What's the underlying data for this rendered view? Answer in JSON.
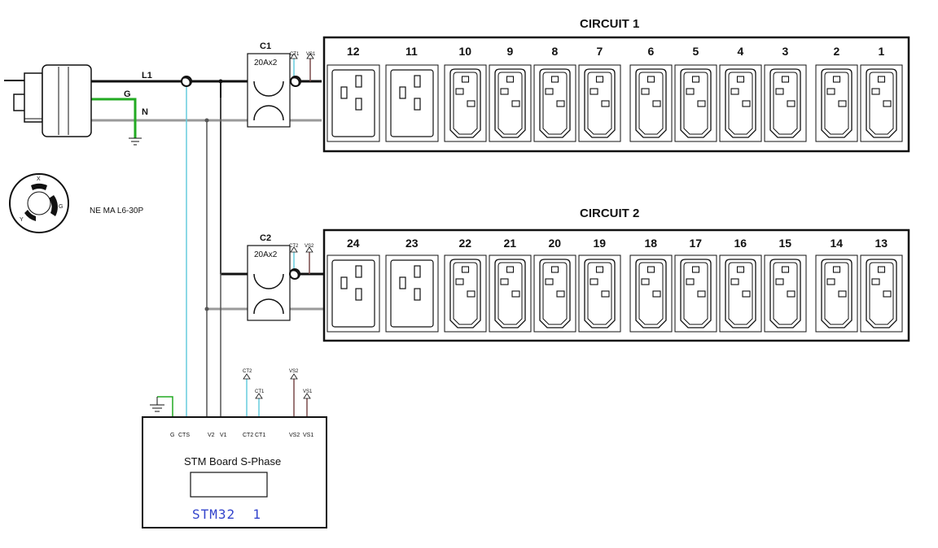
{
  "circuit1": {
    "title": "CIRCUIT 1",
    "breaker": {
      "id": "C1",
      "rating": "20Ax2",
      "ct_label": "CT1",
      "vs_label": "VS1"
    },
    "outlets": [
      {
        "label": "12",
        "type": "C19"
      },
      {
        "label": "11",
        "type": "C19"
      },
      {
        "label": "10",
        "type": "C13"
      },
      {
        "label": "9",
        "type": "C13"
      },
      {
        "label": "8",
        "type": "C13"
      },
      {
        "label": "7",
        "type": "C13"
      },
      {
        "label": "6",
        "type": "C13"
      },
      {
        "label": "5",
        "type": "C13"
      },
      {
        "label": "4",
        "type": "C13"
      },
      {
        "label": "3",
        "type": "C13"
      },
      {
        "label": "2",
        "type": "C13"
      },
      {
        "label": "1",
        "type": "C13"
      }
    ]
  },
  "circuit2": {
    "title": "CIRCUIT 2",
    "breaker": {
      "id": "C2",
      "rating": "20Ax2",
      "ct_label": "CT2",
      "vs_label": "VS2"
    },
    "outlets": [
      {
        "label": "24",
        "type": "C19"
      },
      {
        "label": "23",
        "type": "C19"
      },
      {
        "label": "22",
        "type": "C13"
      },
      {
        "label": "21",
        "type": "C13"
      },
      {
        "label": "20",
        "type": "C13"
      },
      {
        "label": "19",
        "type": "C13"
      },
      {
        "label": "18",
        "type": "C13"
      },
      {
        "label": "17",
        "type": "C13"
      },
      {
        "label": "16",
        "type": "C13"
      },
      {
        "label": "15",
        "type": "C13"
      },
      {
        "label": "14",
        "type": "C13"
      },
      {
        "label": "13",
        "type": "C13"
      }
    ]
  },
  "wires": {
    "line": "L1",
    "ground": "G",
    "neutral": "N"
  },
  "plug": {
    "label": "NE MA L6-30P",
    "pins": {
      "x": "X",
      "y": "Y",
      "g": "G"
    }
  },
  "sensors": {
    "ct2": "CT2",
    "ct1": "CT1",
    "vs2": "VS2",
    "vs1": "VS1"
  },
  "board": {
    "title": "STM Board S-Phase",
    "mcu": "STM32  1",
    "pins": {
      "g": "G",
      "cts": "CTS",
      "v2": "V2",
      "v1": "V1",
      "ct2": "CT2",
      "ct1": "CT1",
      "vs2": "VS2",
      "vs1": "VS1"
    }
  },
  "colors": {
    "line": "#111111",
    "neutral": "#9a9a9a",
    "ground": "#22aa22",
    "ct_wire": "#66ccdd",
    "vs_wire": "#7a4a4a",
    "mcu_text": "#3344cc"
  }
}
